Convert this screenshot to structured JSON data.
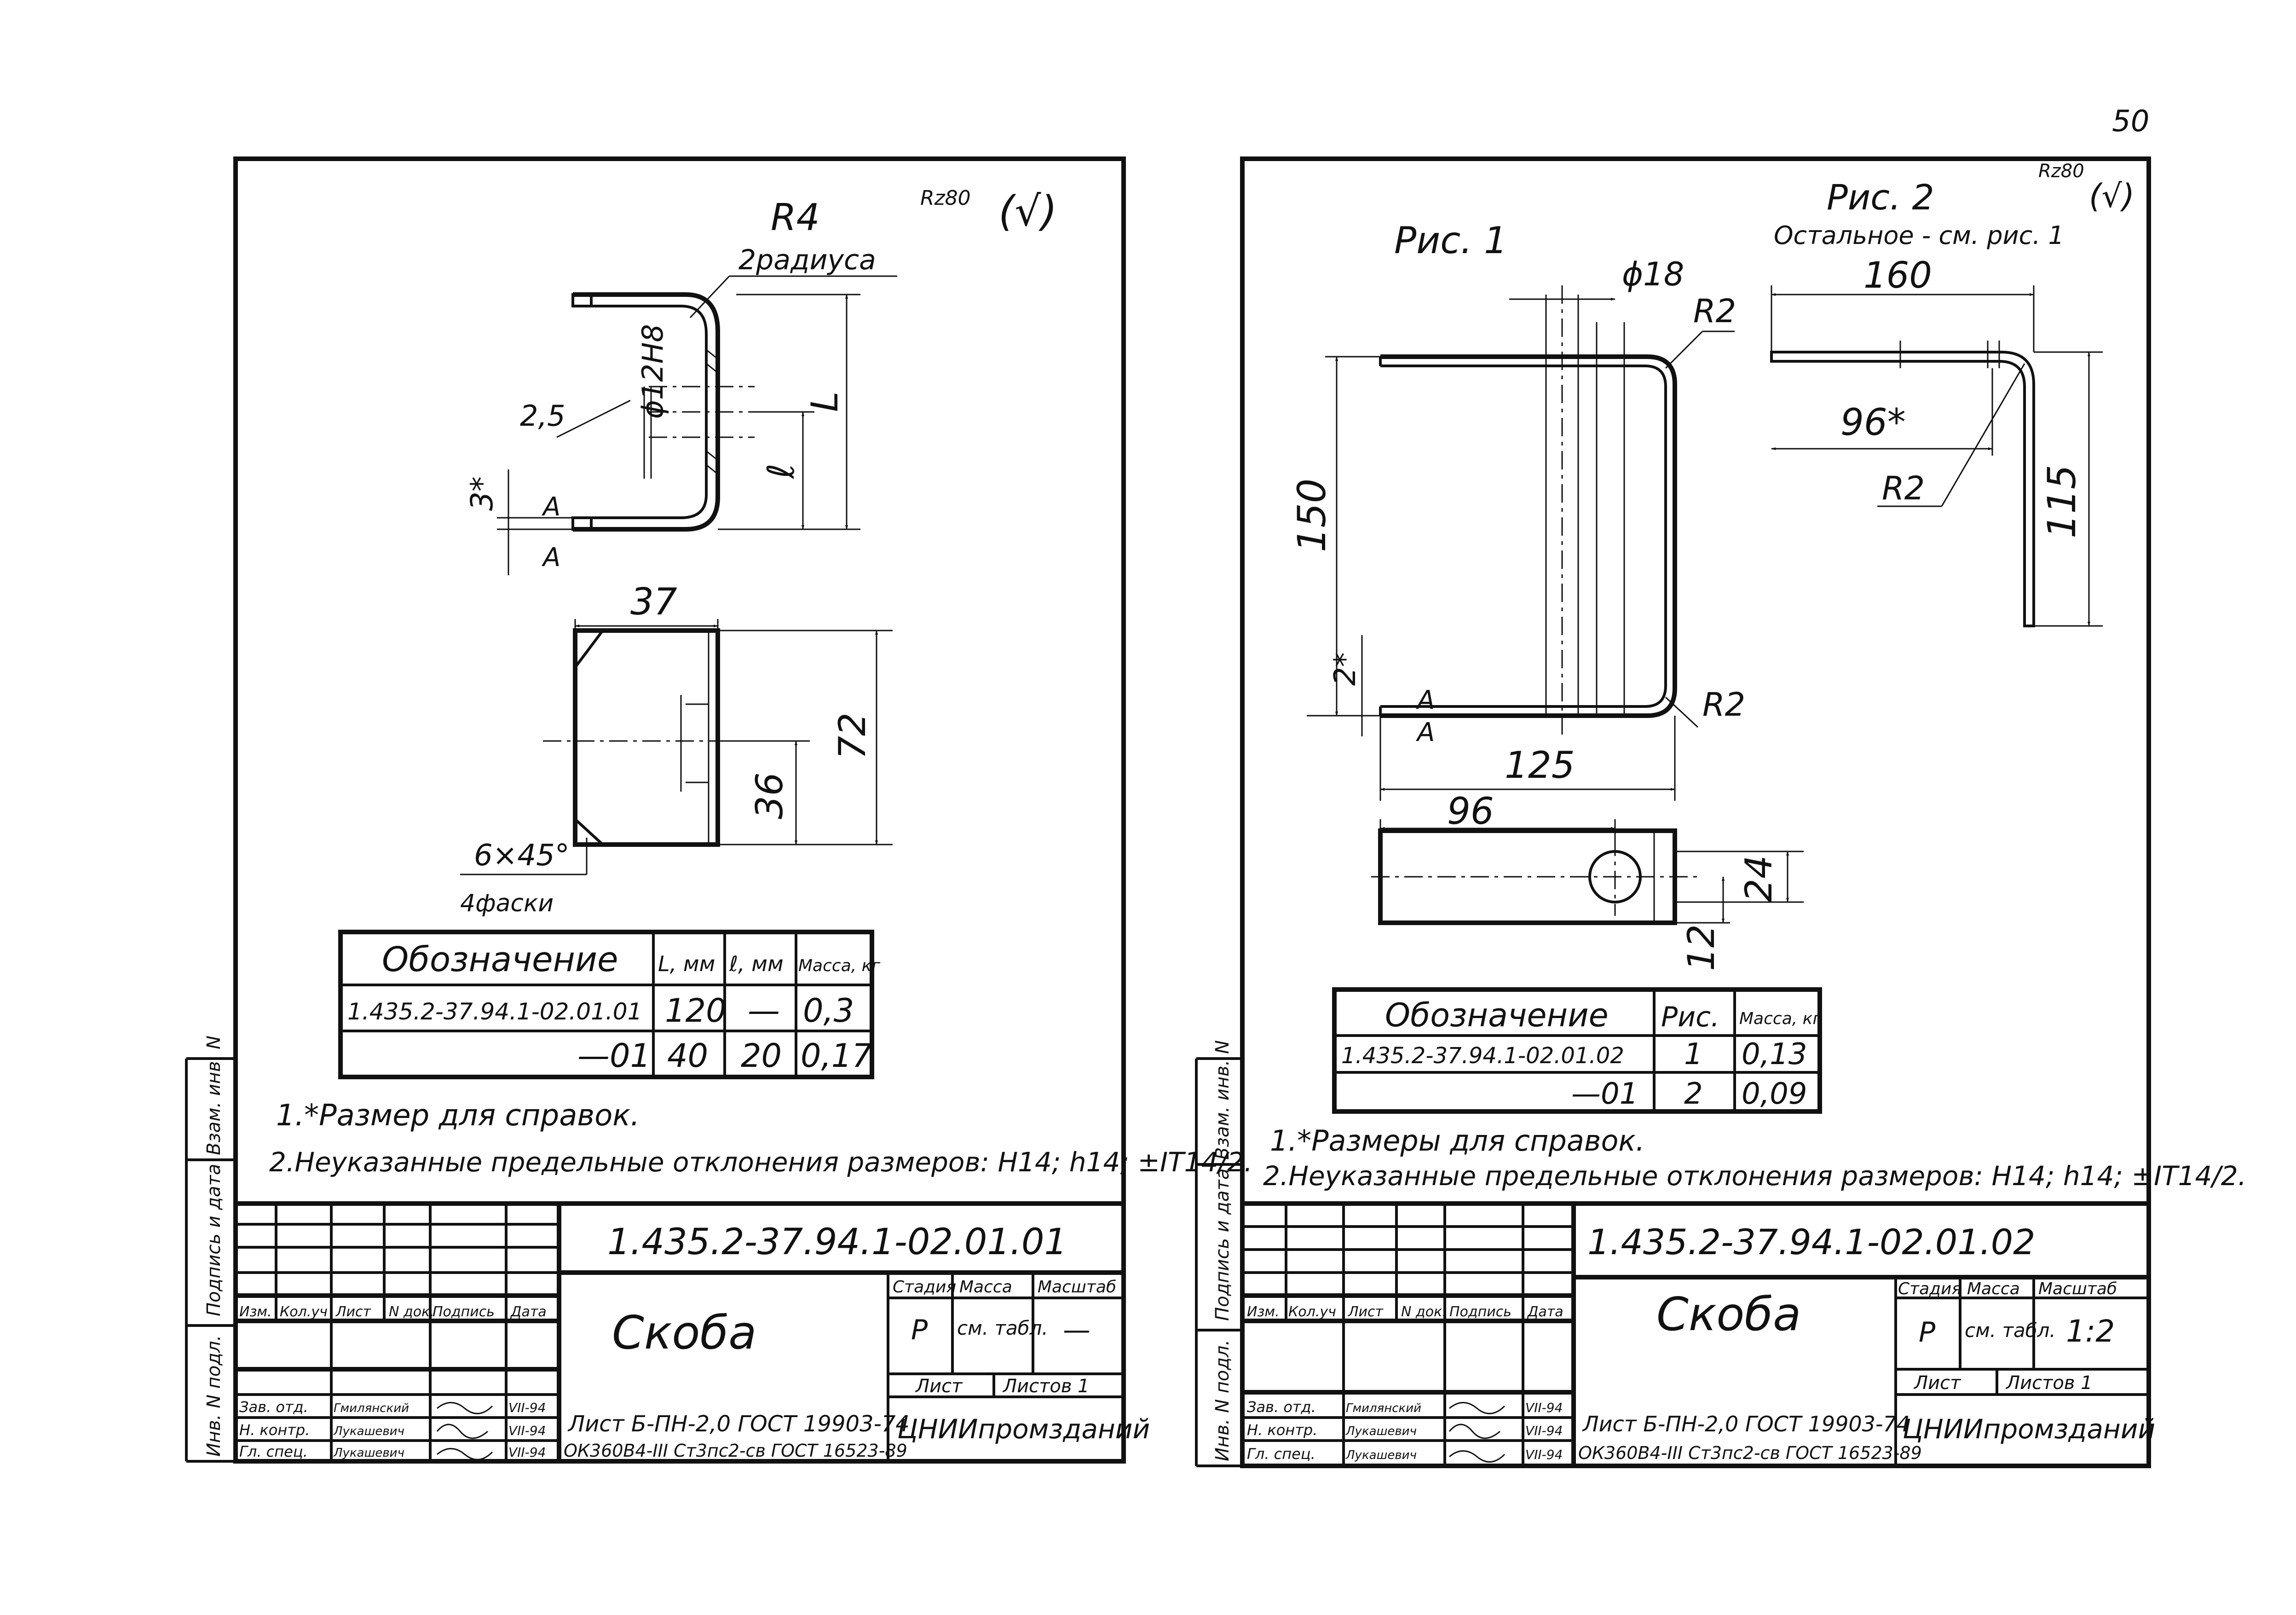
{
  "page_number": "50",
  "sheets": [
    {
      "roughness": "Rz80",
      "roughness_rest": "(√)",
      "bend_radius": "R4",
      "bend_radius_note": "2радиуса",
      "hole": "ϕ12H8",
      "dim_25": "2,5",
      "dim_3": "3*",
      "dim_L": "L",
      "dim_l": "ℓ",
      "dim_37": "37",
      "dim_72": "72",
      "dim_36": "36",
      "chamfer": "6×45°",
      "chamfer_note": "4фаски",
      "table": {
        "headers": [
          "Обозначение",
          "L, мм",
          "ℓ, мм",
          "Масса, кг"
        ],
        "rows": [
          [
            "1.435.2-37.94.1-02.01.01",
            "120",
            "—",
            "0,3"
          ],
          [
            "—01",
            "40",
            "20",
            "0,17"
          ]
        ]
      },
      "note1": "1.*Размер для справок.",
      "note2": "2.Неуказанные предельные отклонения размеров: H14; h14; ±IT14/2.",
      "designation": "1.435.2-37.94.1-02.01.01",
      "title": "Скоба",
      "stage_label": "Стадия",
      "mass_label": "Масса",
      "scale_label": "Масштаб",
      "stage": "Р",
      "mass": "см. табл.",
      "scale": "—",
      "sheet_label": "Лист",
      "sheets_label": "Листов 1",
      "material_line1": "Лист Б-ПН-2,0 ГОСТ 19903-74",
      "material_line2": "ОК360В4-III Ст3пс2-св ГОСТ 16523-89",
      "org": "ЦНИИпромзданий",
      "rev_headers": [
        "Изм.",
        "Кол.уч",
        "Лист",
        "N док.",
        "Подпись",
        "Дата"
      ],
      "staff": [
        [
          "Зав. отд.",
          "Гмилянский",
          "VII-94"
        ],
        [
          "Н. контр.",
          "Лукашевич",
          "VII-94"
        ],
        [
          "Гл. спец.",
          "Лукашевич",
          "VII-94"
        ]
      ],
      "side_labels": [
        "Инв. N подл.",
        "Подпись и дата",
        "Взам. инв. N"
      ]
    },
    {
      "roughness": "Rz80",
      "roughness_rest": "(√)",
      "fig1": "Рис. 1",
      "fig2": "Рис. 2",
      "fig2_note": "Остальное - см. рис. 1",
      "hole": "ϕ18",
      "r2_a": "R2",
      "r2_b": "R2",
      "r2_c": "R2",
      "dim_150": "150",
      "dim_2": "2*",
      "dim_125": "125",
      "dim_160": "160",
      "dim_96s": "96*",
      "dim_115": "115",
      "dim_96": "96",
      "dim_24": "24",
      "dim_12": "12",
      "table": {
        "headers": [
          "Обозначение",
          "Рис.",
          "Масса, кг"
        ],
        "rows": [
          [
            "1.435.2-37.94.1-02.01.02",
            "1",
            "0,13"
          ],
          [
            "—01",
            "2",
            "0,09"
          ]
        ]
      },
      "note1": "1.*Размеры для справок.",
      "note2": "2.Неуказанные предельные отклонения размеров: H14; h14; ±IT14/2.",
      "designation": "1.435.2-37.94.1-02.01.02",
      "title": "Скоба",
      "stage_label": "Стадия",
      "mass_label": "Масса",
      "scale_label": "Масштаб",
      "stage": "Р",
      "mass": "см. табл.",
      "scale": "1:2",
      "sheet_label": "Лист",
      "sheets_label": "Листов 1",
      "material_line1": "Лист Б-ПН-2,0 ГОСТ 19903-74",
      "material_line2": "ОК360В4-III Ст3пс2-св ГОСТ 16523-89",
      "org": "ЦНИИпромзданий",
      "rev_headers": [
        "Изм.",
        "Кол.уч",
        "Лист",
        "N док.",
        "Подпись",
        "Дата"
      ],
      "staff": [
        [
          "Зав. отд.",
          "Гмилянский",
          "VII-94"
        ],
        [
          "Н. контр.",
          "Лукашевич",
          "VII-94"
        ],
        [
          "Гл. спец.",
          "Лукашевич",
          "VII-94"
        ]
      ],
      "side_labels": [
        "Инв. N подл.",
        "Подпись и дата",
        "Взам. инв. N"
      ]
    }
  ]
}
